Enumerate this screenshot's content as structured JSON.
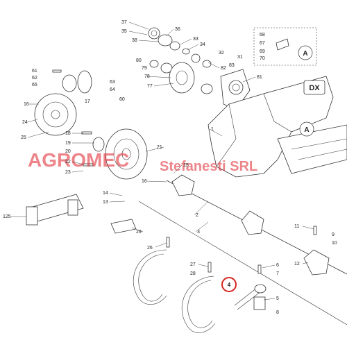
{
  "watermark": {
    "line1": "AGROMEC",
    "line2": "Stefanesti SRL",
    "color": "#e0202a"
  },
  "side_tag": "DX",
  "detail_letter": "A",
  "highlighted_label": "4",
  "highlight_color": "#d8231f",
  "labels": [
    "37",
    "35",
    "36",
    "38",
    "33",
    "34",
    "32",
    "31",
    "80",
    "79",
    "78",
    "77",
    "82",
    "83",
    "81",
    "68",
    "67",
    "69",
    "70",
    "16",
    "61",
    "62",
    "65",
    "63",
    "64",
    "60",
    "17",
    "24",
    "25",
    "18",
    "19",
    "20",
    "22",
    "23",
    "21",
    "1",
    "15",
    "16",
    "14",
    "13",
    "2",
    "125",
    "29",
    "3",
    "26",
    "27",
    "28",
    "4",
    "5",
    "6",
    "7",
    "8",
    "11",
    "12",
    "9",
    "10"
  ]
}
